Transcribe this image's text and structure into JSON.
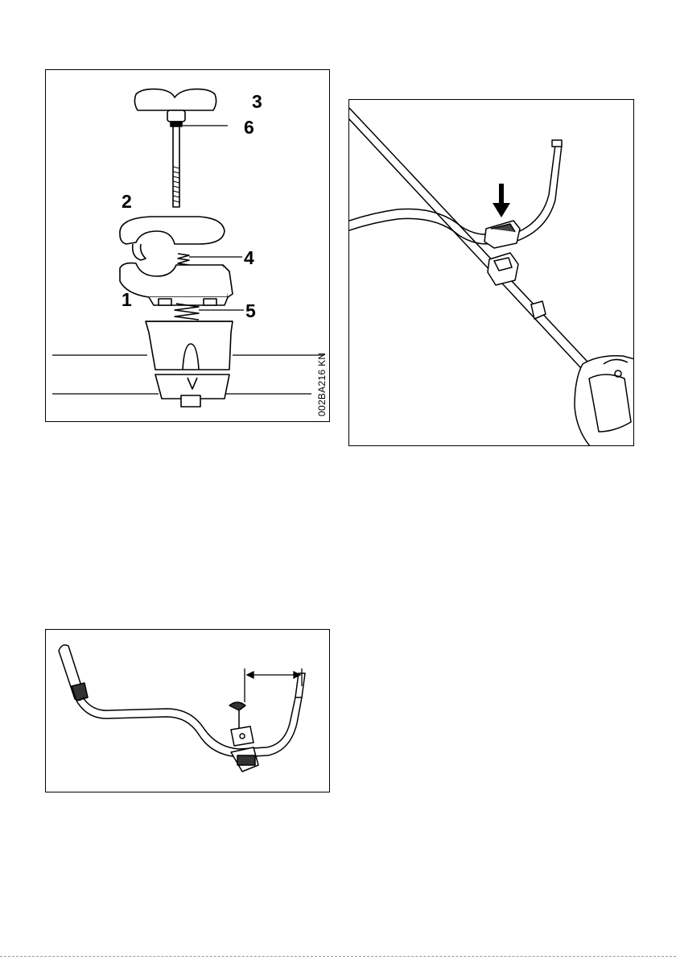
{
  "figures": {
    "exploded": {
      "labels": {
        "l1": "1",
        "l2": "2",
        "l3": "3",
        "l4": "4",
        "l5": "5",
        "l6": "6"
      },
      "code": "002BA216 KN"
    },
    "mounted": {},
    "handle": {}
  },
  "colors": {
    "line": "#000000",
    "fill": "#ffffff",
    "dark": "#1a1a1a"
  }
}
